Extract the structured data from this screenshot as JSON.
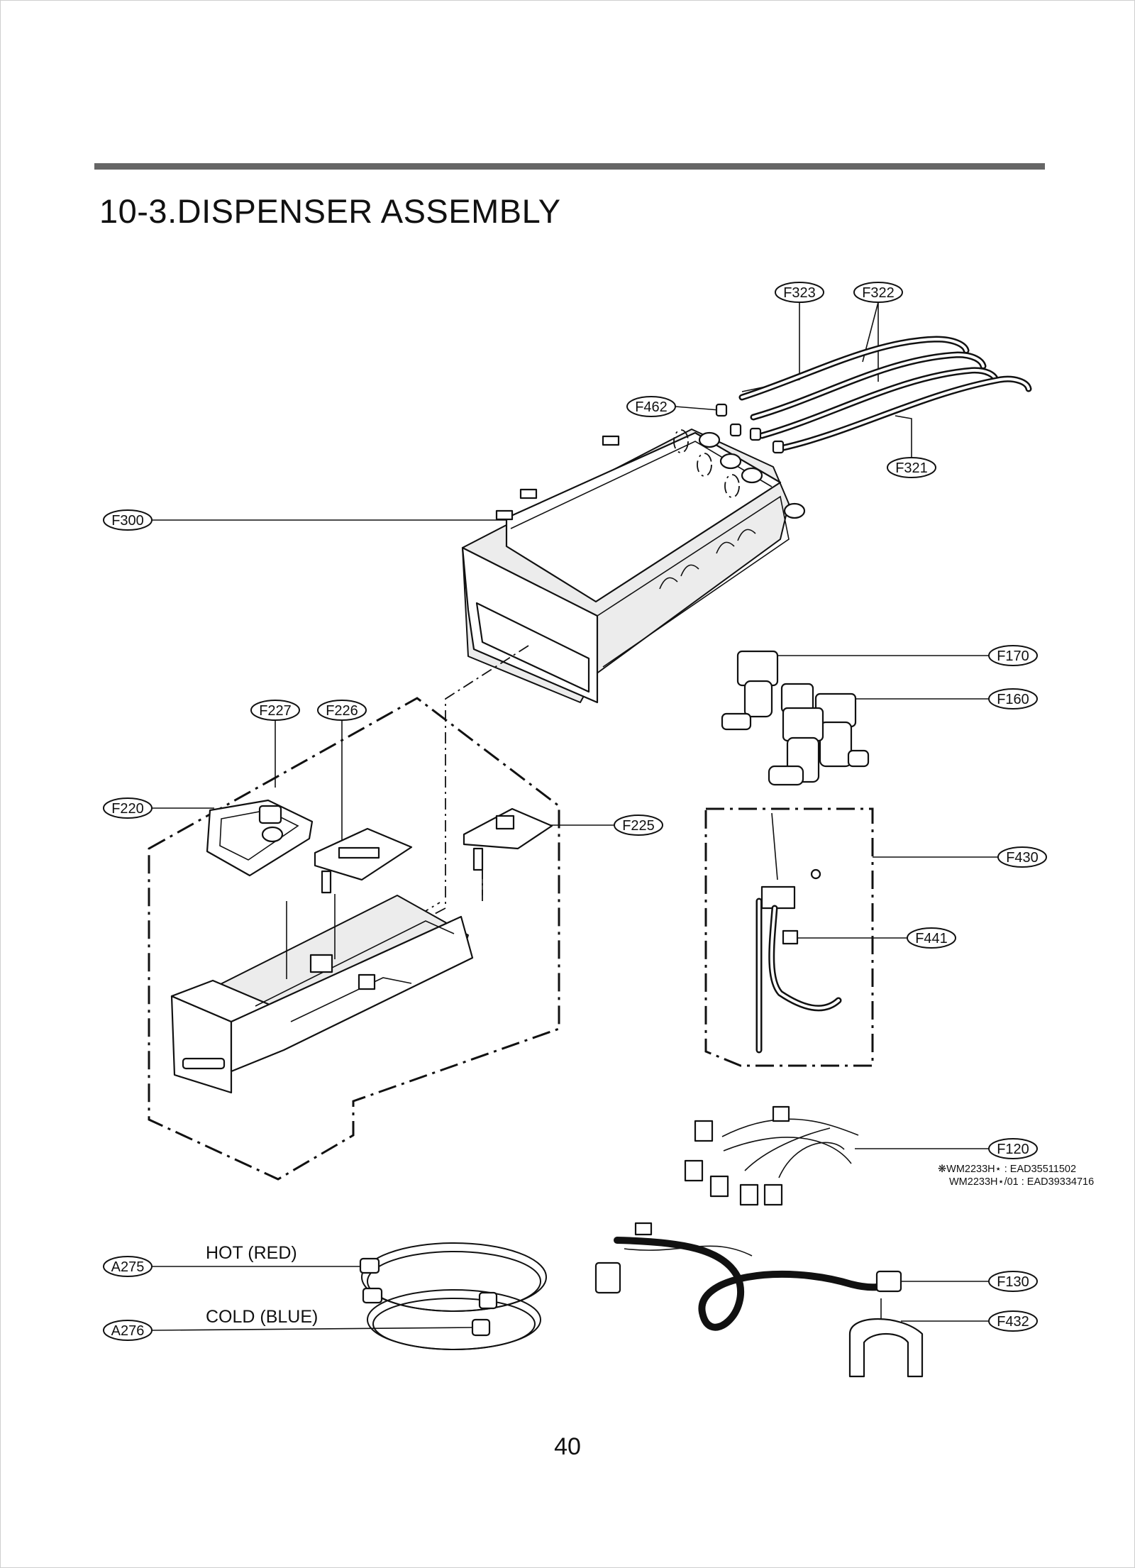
{
  "page": {
    "title": "10-3.DISPENSER ASSEMBLY",
    "number": "40"
  },
  "callouts": {
    "f323": "F323",
    "f322": "F322",
    "f462": "F462",
    "f321": "F321",
    "f300": "F300",
    "f170": "F170",
    "f160": "F160",
    "f227": "F227",
    "f226": "F226",
    "f220": "F220",
    "f225": "F225",
    "f430": "F430",
    "f441": "F441",
    "f120": "F120",
    "a275": "A275",
    "a276": "A276",
    "f130": "F130",
    "f432": "F432"
  },
  "hoses": {
    "hot": "HOT (RED)",
    "cold": "COLD (BLUE)"
  },
  "notes": {
    "f120_line1": "❋WM2233H⋆ : EAD35511502",
    "f120_line2": "WM2233H⋆/01 : EAD39334716"
  }
}
